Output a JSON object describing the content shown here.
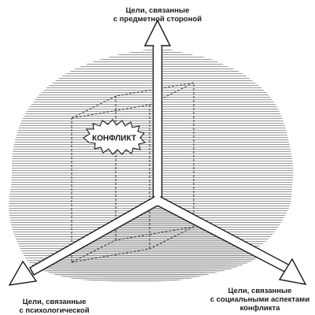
{
  "diagram": {
    "center_label": "КОНФЛИКТ",
    "axes": {
      "top": {
        "line1": "Цели, связанные",
        "line2": "с предметной стороной"
      },
      "left": {
        "line1": "Цели, связанные",
        "line2": "с психологической"
      },
      "right": {
        "line1": "Цели, связанные",
        "line2": "с социальными аспектами",
        "line3": "конфликта"
      }
    }
  }
}
